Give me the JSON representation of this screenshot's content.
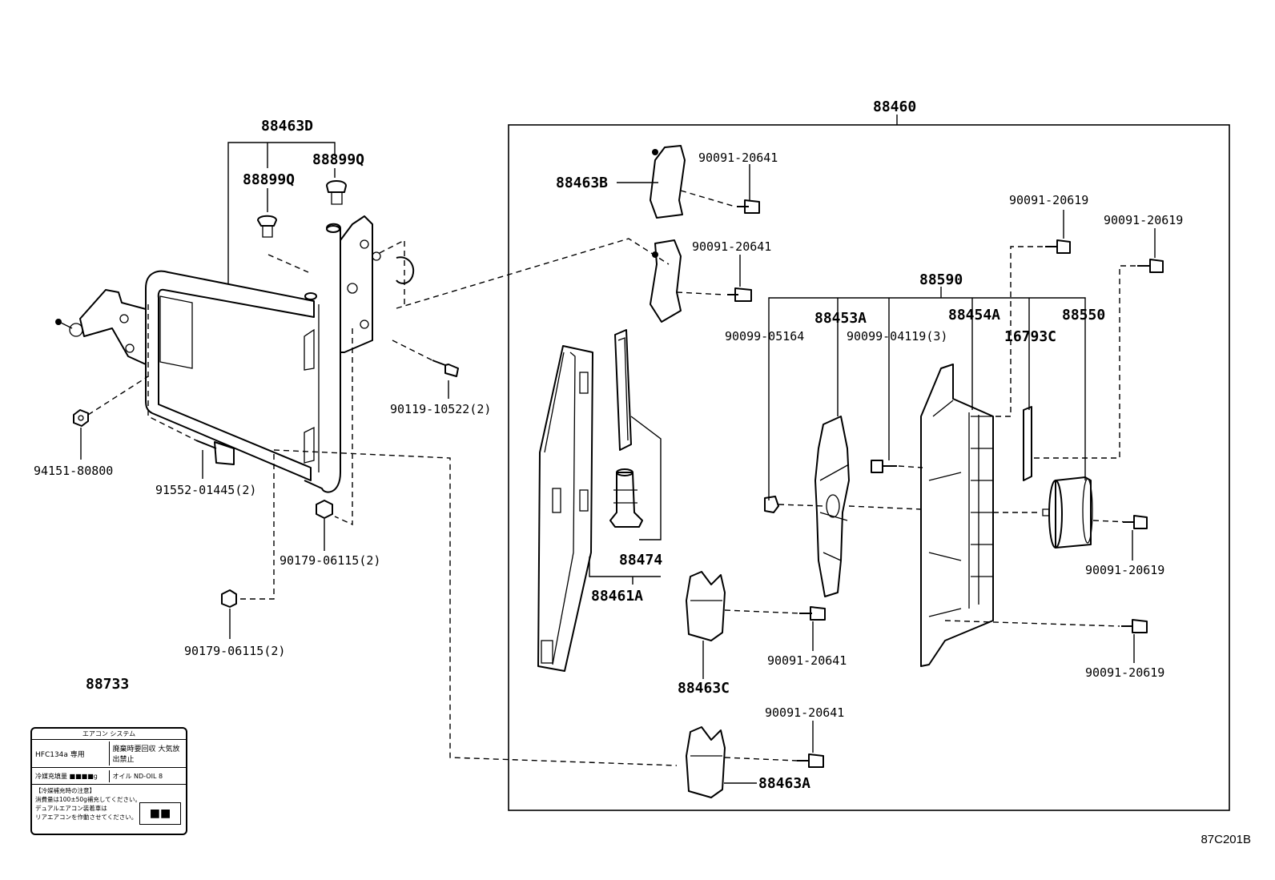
{
  "labels": {
    "p88460": "88460",
    "p88463D": "88463D",
    "p88899Q_a": "88899Q",
    "p88899Q_b": "88899Q",
    "p88463B": "88463B",
    "p90091_20641_a": "90091-20641",
    "p90091_20641_b": "90091-20641",
    "p90091_20619_a": "90091-20619",
    "p90091_20619_b": "90091-20619",
    "p88590": "88590",
    "p88453A": "88453A",
    "p88454A": "88454A",
    "p88550": "88550",
    "p90099_05164": "90099-05164",
    "p90099_04119": "90099-04119(3)",
    "p16793C": "16793C",
    "p90119_10522": "90119-10522(2)",
    "p94151_80800": "94151-80800",
    "p91552_01445": "91552-01445(2)",
    "p90179_06115_a": "90179-06115(2)",
    "p90179_06115_b": "90179-06115(2)",
    "p88474": "88474",
    "p88461A": "88461A",
    "p90091_20619_c": "90091-20619",
    "p90091_20641_c": "90091-20641",
    "p90091_20619_d": "90091-20619",
    "p88463C": "88463C",
    "p90091_20641_d": "90091-20641",
    "p88463A": "88463A",
    "p88733": "88733"
  },
  "caution_label": {
    "header": "エアコン システム",
    "refrigerant": "HFC134a 専用",
    "recovery": "廃棄時要回収 大気放出禁止",
    "charge_amount": "冷媒充填量 ■■■■g",
    "oil": "オイル ND-OIL 8",
    "notes_title": "【冷媒補充時の注意】",
    "note1": "消費量は100±50g補充してください。",
    "note2": "デュアルエアコン装着車は",
    "note3": "リアエアコンを作動させてください。",
    "mark": "■■"
  },
  "diagram_code": "87C201B"
}
